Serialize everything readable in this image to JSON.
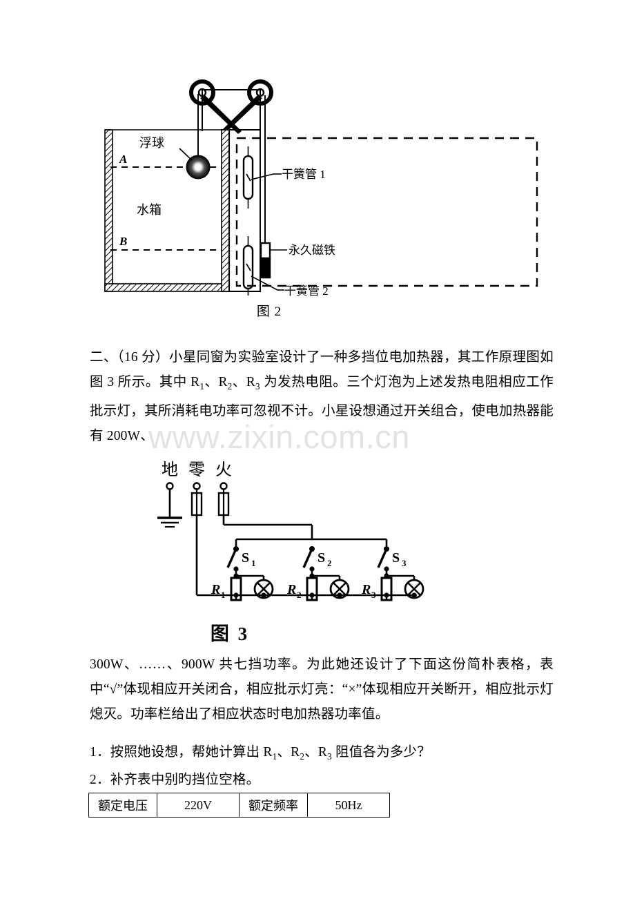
{
  "document": {
    "watermark": "www.zixin.com.cn"
  },
  "figure2": {
    "caption": "图 2",
    "labels": {
      "float_ball": "浮球",
      "water_tank": "水箱",
      "level_a": "A",
      "level_b": "B",
      "reed_switch_1": "干簧管 1",
      "reed_switch_2": "干簧管 2",
      "permanent_magnet": "永久磁铁"
    }
  },
  "paragraphs": {
    "intro_prefix": "二、（16 分）小星同窗为实验室设计了一种多挡位电加热器，其工作原理图如图 3 所示。其中 R",
    "intro_sub1": "1",
    "intro_mid1": "、R",
    "intro_sub2": "2",
    "intro_mid2": "、R",
    "intro_sub3": "3",
    "intro_tail": " 为发热电阻。三个灯泡为上述发热电阻相应工作批示灯，其所消耗电功率可忽视不计。小星设想通过开关组合，使电加热器能有 200W、",
    "after_figure": "300W、……、900W 共七挡功率。为此她还设计了下面这份简朴表格，表中“√”体现相应开关闭合，相应批示灯亮：“×”体现相应开关断开，相应批示灯熄灭。功率栏给出了相应状态时电加热器功率值。",
    "question1_prefix": "1．按照她设想，帮她计算出 R",
    "question1_sub1": "1",
    "question1_mid1": "、R",
    "question1_sub2": "2",
    "question1_mid2": "、R",
    "question1_sub3": "3",
    "question1_tail": " 阻值各为多少？",
    "question2": "2．补齐表中别旳挡位空格。"
  },
  "figure3": {
    "caption": "图 3",
    "labels": {
      "ground": "地",
      "neutral": "零",
      "live": "火",
      "switch1": "S",
      "switch1_sub": "1",
      "switch2": "S",
      "switch2_sub": "2",
      "switch3": "S",
      "switch3_sub": "3",
      "resistor1": "R",
      "resistor1_sub": "1",
      "resistor2": "R",
      "resistor2_sub": "2",
      "resistor3": "R",
      "resistor3_sub": "3"
    }
  },
  "spec_table": {
    "rows": [
      [
        {
          "label": "额定电压",
          "value": "220V"
        },
        {
          "label": "额定频率",
          "value": "50Hz"
        }
      ]
    ],
    "cells": {
      "rated_voltage_label": "额定电压",
      "rated_voltage_value": "220V",
      "rated_frequency_label": "额定频率",
      "rated_frequency_value": "50Hz"
    }
  }
}
